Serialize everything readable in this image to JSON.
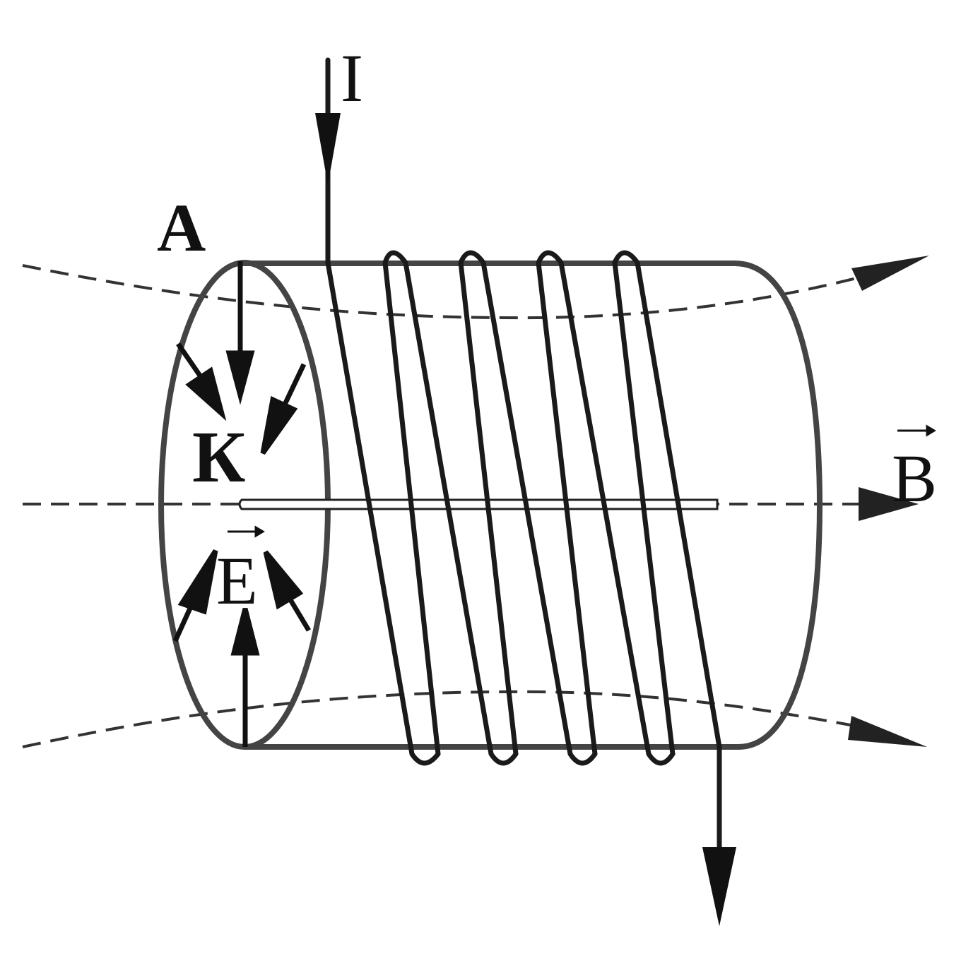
{
  "diagram": {
    "labels": {
      "current": "I",
      "anode": "A",
      "cathode": "К",
      "magnetic_field": "B",
      "electric_field": "E"
    },
    "vector_arrow_glyph": "→",
    "colors": {
      "background": "#ffffff",
      "ink": "#111111",
      "cylinder_outline": "#444444",
      "field_lines": "#333333"
    }
  }
}
